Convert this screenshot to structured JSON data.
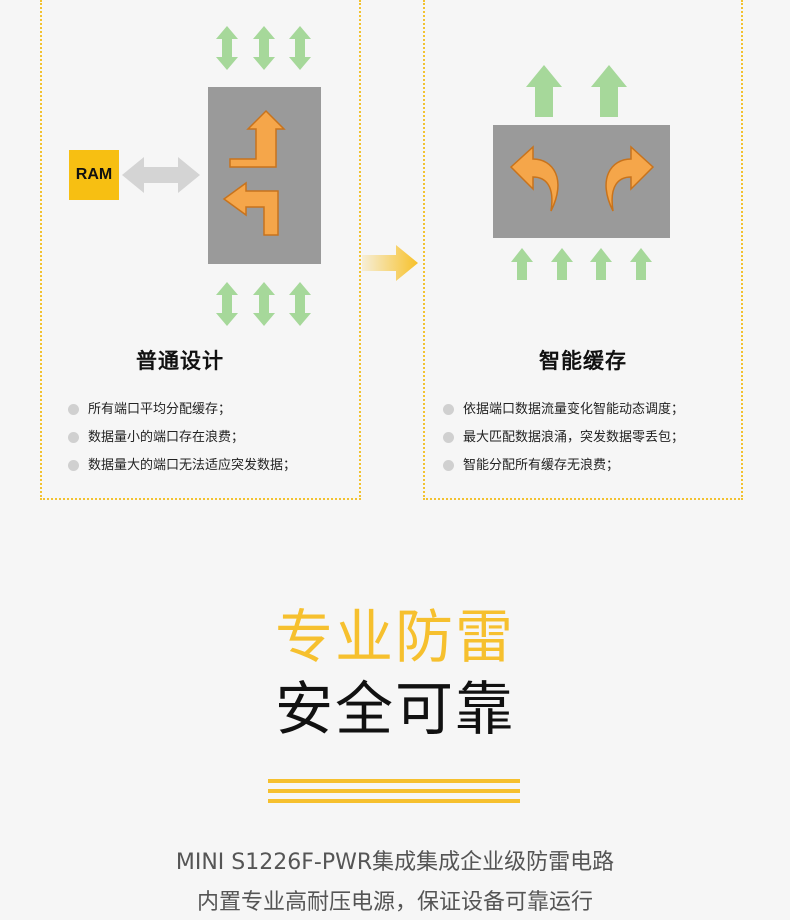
{
  "left_panel": {
    "ram_label": "RAM",
    "title": "普通设计",
    "bullets": [
      "所有端口平均分配缓存；",
      "数据量小的端口存在浪费；",
      "数据量大的端口无法适应突发数据；"
    ]
  },
  "right_panel": {
    "title": "智能缓存",
    "bullets": [
      "依据端口数据流量变化智能动态调度；",
      "最大匹配数据浪涌，突发数据零丢包；",
      "智能分配所有缓存无浪费；"
    ]
  },
  "headline": {
    "line1": "专业防雷",
    "line2": "安全可靠"
  },
  "subtitle": {
    "line1": "MINI S1226F-PWR集成集成企业级防雷电路",
    "line2": "内置专业高耐压电源，保证设备可靠运行"
  },
  "colors": {
    "accent_yellow": "#f6c02e",
    "green_arrow": "#a6d89a",
    "orange_arrow": "#f5a64a",
    "chip_gray": "#9a9a9a"
  }
}
